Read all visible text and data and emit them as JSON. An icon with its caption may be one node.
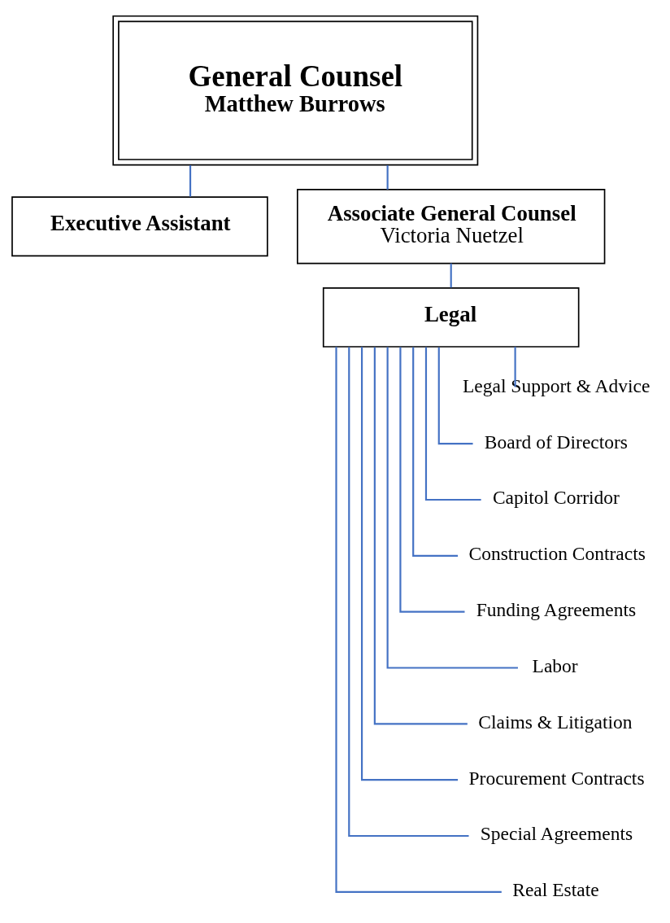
{
  "diagram": {
    "nodes": [
      {
        "text": [
          "General Counsel",
          "Matthew Burrows"
        ]
      },
      {
        "text": [
          "Executive Assistant"
        ]
      },
      {
        "text": [
          "Associate General Counsel",
          "Victoria Nuetzel"
        ]
      },
      {
        "text": [
          "Legal"
        ]
      },
      {
        "text": [
          "Legal Support & Advice"
        ]
      },
      {
        "text": [
          "Board of Directors"
        ]
      },
      {
        "text": [
          "Capitol Corridor"
        ]
      },
      {
        "text": [
          "Construction Contracts"
        ]
      },
      {
        "text": [
          "Funding Agreements"
        ]
      },
      {
        "text": [
          "Labor"
        ]
      },
      {
        "text": [
          "Claims & Litigation"
        ]
      },
      {
        "text": [
          "Procurement Contracts"
        ]
      },
      {
        "text": [
          "Special Agreements"
        ]
      },
      {
        "text": [
          "Real Estate"
        ]
      }
    ],
    "edges": [
      {
        "from": 0,
        "to": 1,
        "arrow": "none"
      },
      {
        "from": 0,
        "to": 2,
        "arrow": "none"
      },
      {
        "from": 2,
        "to": 3,
        "arrow": "none"
      },
      {
        "from": 3,
        "to": 4,
        "arrow": "none"
      },
      {
        "from": 3,
        "to": 5,
        "arrow": "none"
      },
      {
        "from": 3,
        "to": 6,
        "arrow": "none"
      },
      {
        "from": 3,
        "to": 7,
        "arrow": "none"
      },
      {
        "from": 3,
        "to": 8,
        "arrow": "none"
      },
      {
        "from": 3,
        "to": 9,
        "arrow": "none"
      },
      {
        "from": 3,
        "to": 10,
        "arrow": "none"
      },
      {
        "from": 3,
        "to": 11,
        "arrow": "none"
      },
      {
        "from": 3,
        "to": 12,
        "arrow": "none"
      },
      {
        "from": 3,
        "to": 13,
        "arrow": "none"
      }
    ]
  }
}
